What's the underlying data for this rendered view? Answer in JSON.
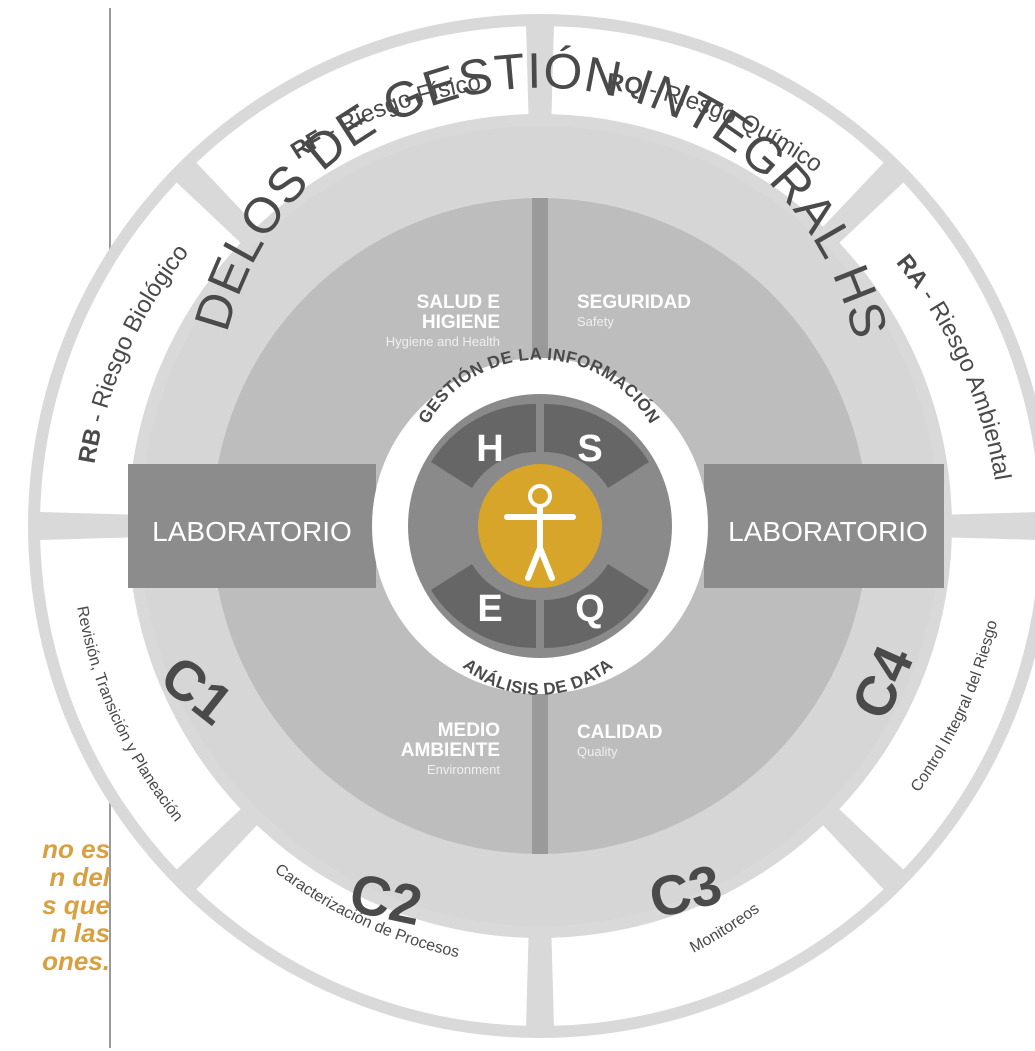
{
  "side_text": [
    "no es",
    "n del",
    "s que",
    "n las",
    "ones."
  ],
  "outer_ring": {
    "rf": {
      "code": "RF",
      "label": " - Riesgo Físico"
    },
    "rq": {
      "code": "RQ",
      "label": " - Riesgo Químico"
    },
    "ra": {
      "code": "RA",
      "label": " - Riesgo Ambiental"
    },
    "rb": {
      "code": "RB",
      "label": " - Riesgo Biológico"
    },
    "c1": {
      "code": "C1",
      "label": "Revisión, Transición y Planeación"
    },
    "c2": {
      "code": "C2",
      "label": "Caracterización de Procesos"
    },
    "c3": {
      "code": "C3",
      "label": "Monitoreos"
    },
    "c4": {
      "code": "C4",
      "label": "Control Integral del Riesgo"
    }
  },
  "banner_title": "MODELOS DE GESTIÓN INTEGRAL HSEQ",
  "laboratorio_left": "LABORATORIO",
  "laboratorio_right": "LABORATORIO",
  "quadrants": {
    "salud": {
      "line1": "SALUD E",
      "line2": "HIGIENE",
      "sub": "Hygiene and Health"
    },
    "seguridad": {
      "line1": "SEGURIDAD",
      "sub": "Safety"
    },
    "medio": {
      "line1": "MEDIO",
      "line2": "AMBIENTE",
      "sub": "Environment"
    },
    "calidad": {
      "line1": "CALIDAD",
      "sub": "Quality"
    }
  },
  "center": {
    "top_arc": "GESTIÓN DE LA INFORMACIÓN",
    "bottom_arc": "ANÁLISIS DE DATA",
    "letters": {
      "h": "H",
      "s": "S",
      "e": "E",
      "q": "Q"
    }
  },
  "colors": {
    "outer_ring": "#d9d9d9",
    "segment": "#ffffff",
    "banner": "#d6d6d6",
    "quadrant": "#bdbdbd",
    "divider": "#9a9a9a",
    "laboratorio_band": "#8c8c8c",
    "hseq_dark": "#666666",
    "hseq_mid": "#8a8a8a",
    "gold": "#d8a52b",
    "text_dark": "#4a4a4a",
    "side_text": "#d9a040"
  }
}
